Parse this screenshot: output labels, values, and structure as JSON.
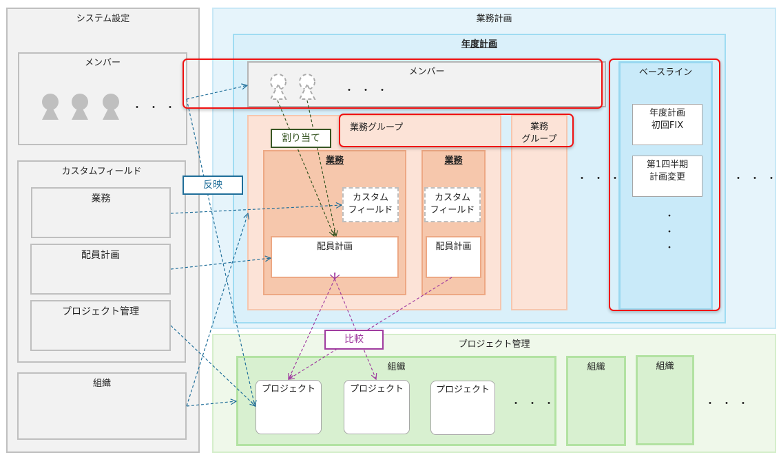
{
  "system_settings": {
    "title": "システム設定",
    "members": {
      "title": "メンバー",
      "ellipsis": "・・・"
    },
    "custom_fields": {
      "title": "カスタムフィールド",
      "items": [
        "業務",
        "配員計画",
        "プロジェクト管理"
      ]
    },
    "organization": {
      "title": "組織"
    }
  },
  "business_plan": {
    "title": "業務計画",
    "annual_plan": {
      "title": "年度計画",
      "members": {
        "title": "メンバー",
        "ellipsis": "・・・"
      },
      "business_group": {
        "title": "業務グループ",
        "tasks": [
          {
            "title": "業務",
            "custom_field": "カスタム\nフィールド",
            "staffing": "配員計画"
          },
          {
            "title": "業務",
            "custom_field": "カスタム\nフィールド",
            "staffing": "配員計画"
          }
        ]
      },
      "business_group_2": {
        "title": "業務\nグループ"
      },
      "ellipsis": "・・・"
    },
    "baseline": {
      "title": "ベースライン",
      "items": [
        "年度計画\n初回FIX",
        "第1四半期\n計画変更"
      ],
      "ellipsis": "・\n・\n・"
    },
    "ellipsis": "・・・"
  },
  "project_management": {
    "title": "プロジェクト管理",
    "organizations": [
      {
        "title": "組織",
        "projects": [
          "プロジェクト",
          "プロジェクト",
          "プロジェクト"
        ],
        "ellipsis": "・・・"
      },
      {
        "title": "組織"
      },
      {
        "title": "組織"
      }
    ],
    "ellipsis": "・・・"
  },
  "labels": {
    "reflect": "反映",
    "assign": "割り当て",
    "compare": "比較"
  },
  "colors": {
    "reflect": "#1f6e99",
    "assign": "#375623",
    "compare": "#a03ca0",
    "highlight": "#f01010"
  }
}
